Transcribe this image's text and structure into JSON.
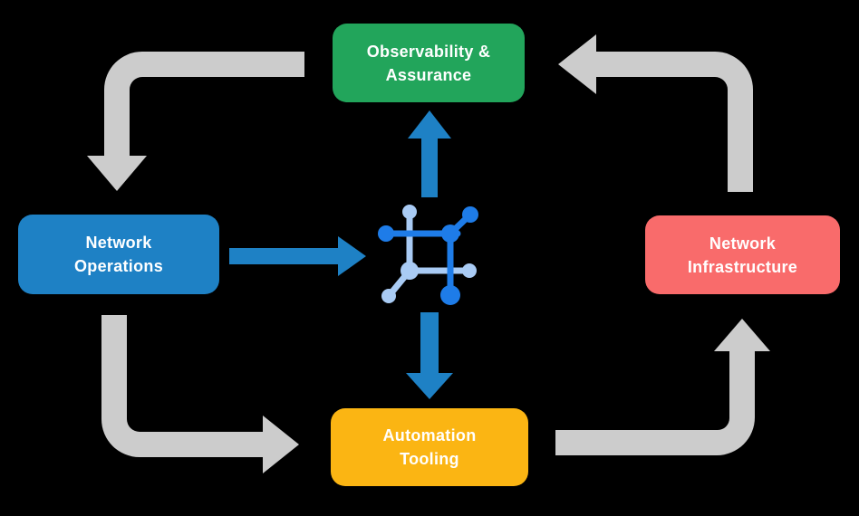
{
  "diagram": {
    "background": "#000000",
    "nodes": {
      "observability": {
        "label": "Observability &\nAssurance",
        "color": "#22A55B"
      },
      "operations": {
        "label": "Network\nOperations",
        "color": "#1E81C5"
      },
      "infrastructure": {
        "label": "Network\nInfrastructure",
        "color": "#F96B6B"
      },
      "tooling": {
        "label": "Automation\nTooling",
        "color": "#FBB513"
      }
    },
    "center_icon": {
      "name": "network-mesh-icon",
      "color_primary": "#1E7CE8",
      "color_secondary": "#A9CBF4"
    },
    "flow_arrows": {
      "color": "#CCCCCC",
      "items": [
        {
          "name": "observability-to-operations"
        },
        {
          "name": "operations-to-tooling"
        },
        {
          "name": "tooling-to-infrastructure"
        },
        {
          "name": "infrastructure-to-observability"
        }
      ]
    },
    "center_arrows": {
      "color": "#1E81C5",
      "items": [
        {
          "name": "operations-to-center"
        },
        {
          "name": "center-to-observability"
        },
        {
          "name": "center-to-tooling"
        }
      ]
    }
  }
}
